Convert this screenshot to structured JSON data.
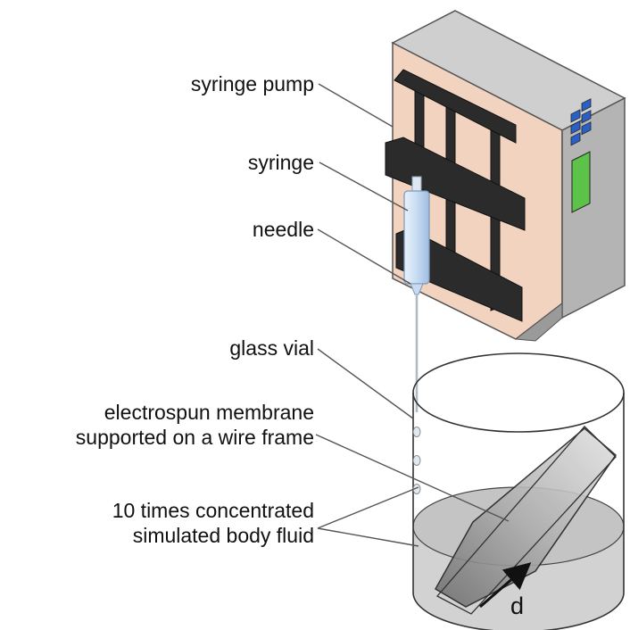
{
  "labels": {
    "syringe_pump": "syringe pump",
    "syringe": "syringe",
    "needle": "needle",
    "glass_vial": "glass vial",
    "membrane_line1": "electrospun membrane",
    "membrane_line2": "supported on a wire frame",
    "fluid_line1": "10 times concentrated",
    "fluid_line2": "simulated body fluid",
    "distance": "d"
  },
  "colors": {
    "pump_face": "#f2d3c0",
    "pump_top": "#cfcfcf",
    "pump_side": "#a9a9a9",
    "bars": "#2b2b2b",
    "screen_blue": "#2a5fc4",
    "screen_green": "#5cc24a",
    "syringe": "#c7dcf2",
    "fluid": "#c4c4c4",
    "membrane": "#9a9a9a"
  }
}
